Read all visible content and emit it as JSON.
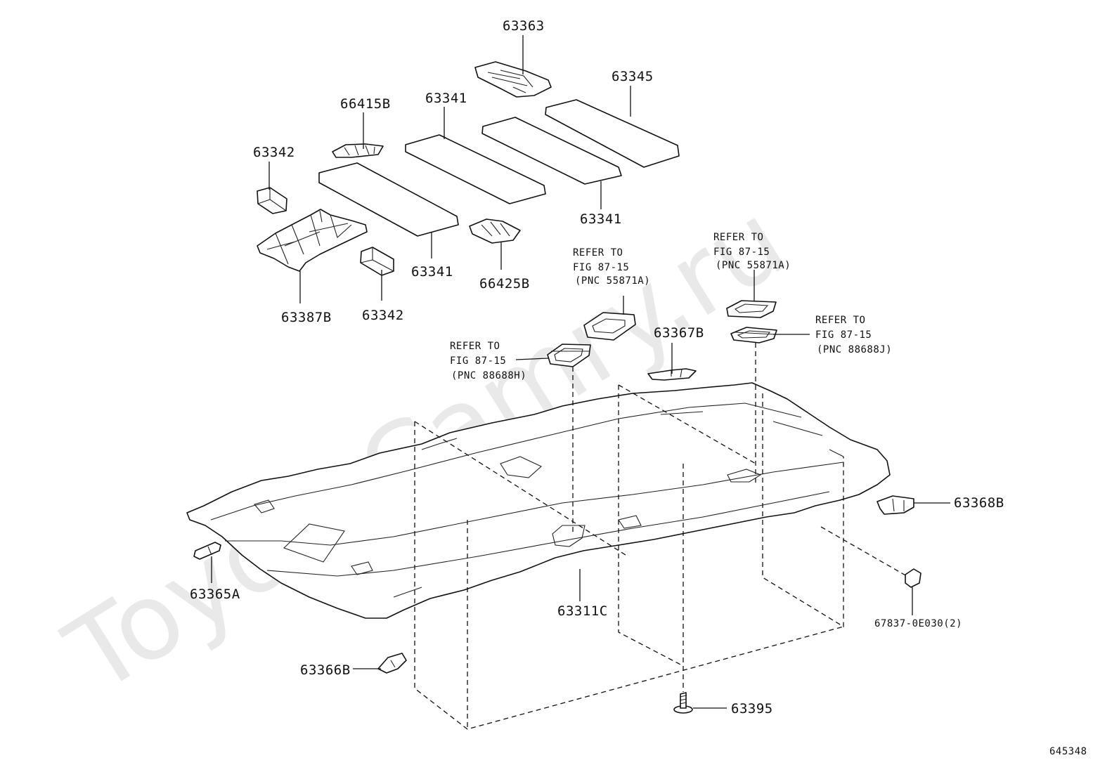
{
  "watermark": "ToyotaCamry.ru",
  "figure_id": "645348",
  "parts": {
    "p63363": "63363",
    "p63345": "63345",
    "p63341_top": "63341",
    "p63341_right": "63341",
    "p63341_bottom": "63341",
    "p66415B": "66415B",
    "p63342_top": "63342",
    "p63342_bottom": "63342",
    "p63387B": "63387B",
    "p66425B": "66425B",
    "p63367B": "63367B",
    "p63368B": "63368B",
    "p63365A": "63365A",
    "p63311C": "63311C",
    "p63366B": "63366B",
    "p63395": "63395",
    "p67837": "67837-0E030(2)"
  },
  "refs": {
    "ref_a": {
      "line1": "REFER TO",
      "line2": "FIG 87-15",
      "line3": "(PNC 55871A)"
    },
    "ref_b": {
      "line1": "REFER TO",
      "line2": "FIG 87-15",
      "line3": "(PNC 55871A)"
    },
    "ref_c": {
      "line1": "REFER TO",
      "line2": "FIG 87-15",
      "line3": "(PNC 88688H)"
    },
    "ref_d": {
      "line1": "REFER TO",
      "line2": "FIG 87-15",
      "line3": "(PNC 88688J)"
    }
  }
}
